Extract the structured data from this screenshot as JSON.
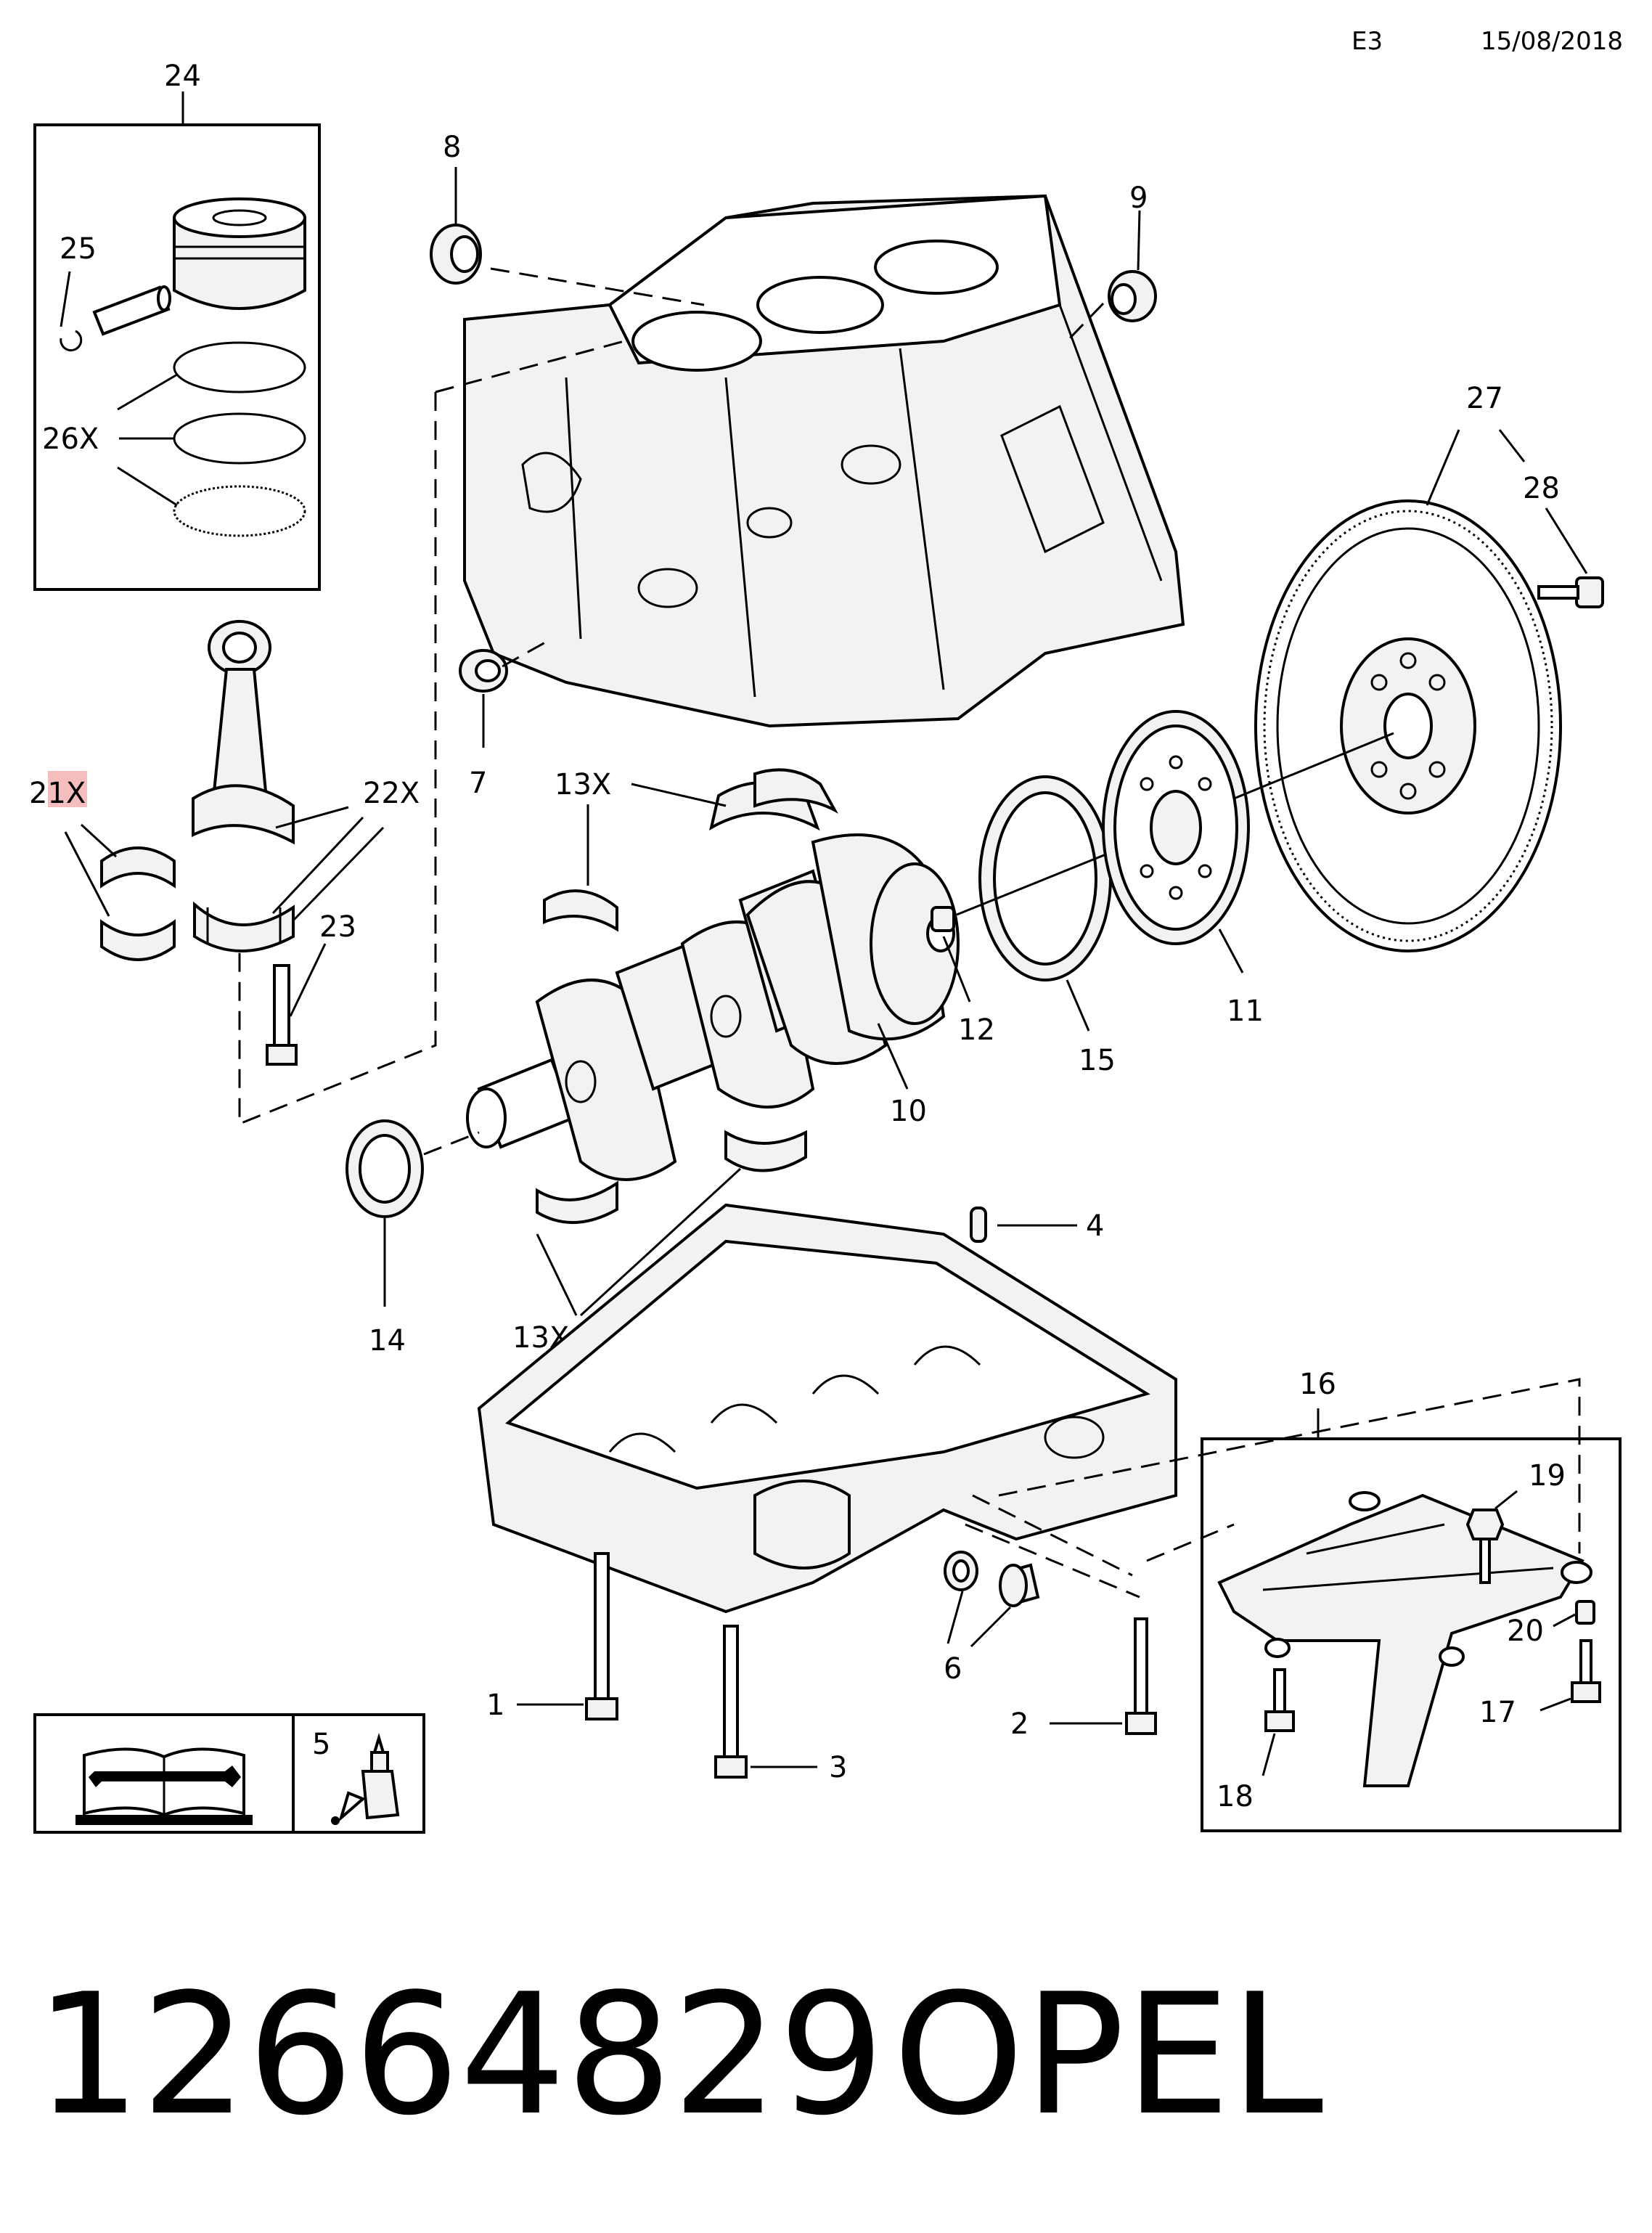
{
  "header": {
    "code": "E3",
    "date": "15/08/2018"
  },
  "footer": {
    "part_number": "12664829",
    "brand": "OPEL"
  },
  "callouts": {
    "c1": "1",
    "c2": "2",
    "c3": "3",
    "c4": "4",
    "c5": "5",
    "c6": "6",
    "c7": "7",
    "c8": "8",
    "c9": "9",
    "c10": "10",
    "c11": "11",
    "c12": "12",
    "c13a": "13X",
    "c13b": "13X",
    "c14": "14",
    "c15": "15",
    "c16": "16",
    "c17": "17",
    "c18": "18",
    "c19": "19",
    "c20": "20",
    "c21": "21X",
    "c22": "22X",
    "c23": "23",
    "c24": "24",
    "c25": "25",
    "c26": "26X",
    "c27": "27",
    "c28": "28"
  },
  "icons": {
    "manual": "wrench-book-icon",
    "adhesive": "adhesive-bottle-icon"
  },
  "colors": {
    "highlight": "#f4b6b6",
    "line": "#000000",
    "fill": "#f2f2f2"
  }
}
